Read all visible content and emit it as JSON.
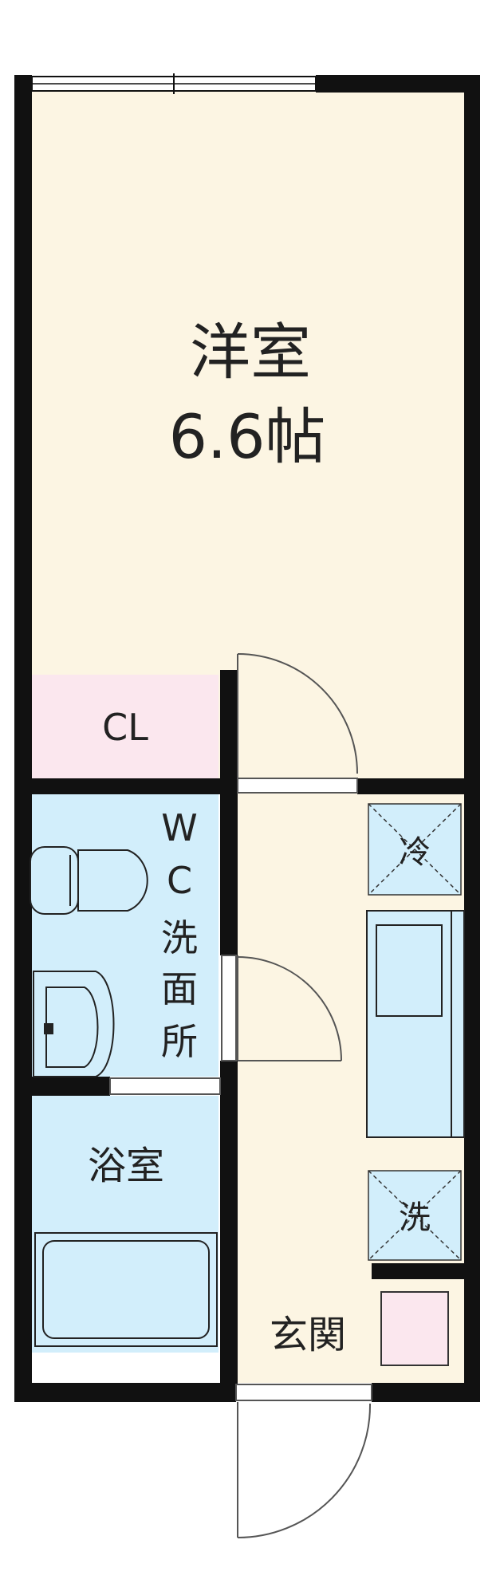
{
  "rooms": {
    "western_room": {
      "name": "洋室",
      "size": "6.6帖"
    },
    "closet": {
      "name": "CL"
    },
    "toilet_washroom": {
      "chars": [
        "W",
        "C",
        "洗",
        "面",
        "所"
      ]
    },
    "bathroom": {
      "name": "浴室"
    },
    "entrance": {
      "name": "玄関"
    }
  },
  "fixtures": {
    "fridge": {
      "name": "冷"
    },
    "washer": {
      "name": "洗"
    }
  },
  "colors": {
    "wall": "#111111",
    "western_room_fill": "#fcf5e3",
    "closet_fill": "#fbe7ee",
    "wet_area_fill": "#d2eefb",
    "corridor_fill": "#fcf5e3",
    "shoe_box_fill": "#fbe7ee",
    "door_line": "#555555"
  }
}
